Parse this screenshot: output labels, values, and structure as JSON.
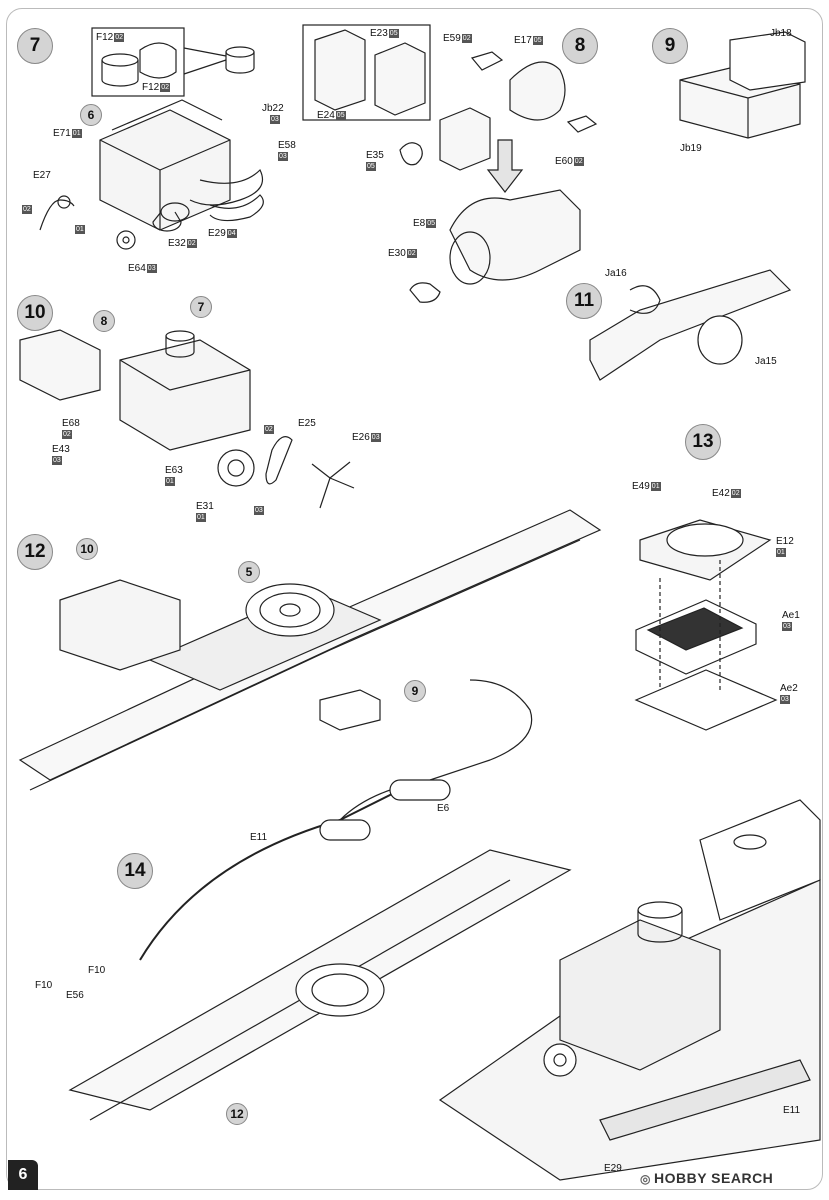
{
  "page": {
    "number": "6"
  },
  "watermark": {
    "text": "HOBBY SEARCH",
    "mark_icon": "hobby-search-logo-icon"
  },
  "steps": {
    "s7": "7",
    "s8": "8",
    "s9": "9",
    "s10": "10",
    "s11": "11",
    "s12": "12",
    "s13": "13",
    "s14": "14"
  },
  "refs": {
    "r6": "6",
    "r7": "7",
    "r8": "8",
    "r9": "9",
    "r10": "10",
    "r5": "5",
    "r12": "12"
  },
  "labels": {
    "F12a": {
      "name": "F12",
      "sprue": "02"
    },
    "F12b": {
      "name": "F12",
      "sprue": "02"
    },
    "E71": {
      "name": "E71",
      "sprue": "01"
    },
    "E27": {
      "name": "E27",
      "sprue": ""
    },
    "Jb22": {
      "name": "Jb22",
      "sprue": "03"
    },
    "E58": {
      "name": "E58",
      "sprue": "03"
    },
    "E32": {
      "name": "E32",
      "sprue": "02"
    },
    "E29a": {
      "name": "E29",
      "sprue": "04"
    },
    "E64": {
      "name": "E64",
      "sprue": "03"
    },
    "E23": {
      "name": "E23",
      "sprue": "05"
    },
    "E24": {
      "name": "E24",
      "sprue": "05"
    },
    "E35": {
      "name": "E35",
      "sprue": "05"
    },
    "E59": {
      "name": "E59",
      "sprue": "02"
    },
    "E17": {
      "name": "E17",
      "sprue": "05"
    },
    "E60": {
      "name": "E60",
      "sprue": "02"
    },
    "E8": {
      "name": "E8",
      "sprue": "05"
    },
    "E30": {
      "name": "E30",
      "sprue": "02"
    },
    "Jb18": {
      "name": "Jb18",
      "sprue": ""
    },
    "Jb19": {
      "name": "Jb19",
      "sprue": ""
    },
    "Ja16": {
      "name": "Ja16",
      "sprue": ""
    },
    "Ja15": {
      "name": "Ja15",
      "sprue": ""
    },
    "E68": {
      "name": "E68",
      "sprue": "02"
    },
    "E43": {
      "name": "E43",
      "sprue": "03"
    },
    "E63": {
      "name": "E63",
      "sprue": "01"
    },
    "E31": {
      "name": "E31",
      "sprue": "01"
    },
    "E25": {
      "name": "E25",
      "sprue": ""
    },
    "E26": {
      "name": "E26",
      "sprue": "03"
    },
    "E49": {
      "name": "E49",
      "sprue": "01"
    },
    "E42": {
      "name": "E42",
      "sprue": "02"
    },
    "E12": {
      "name": "E12",
      "sprue": "01"
    },
    "Ae1": {
      "name": "Ae1",
      "sprue": "03"
    },
    "Ae2": {
      "name": "Ae2",
      "sprue": "03"
    },
    "E6": {
      "name": "E6",
      "sprue": ""
    },
    "E11a": {
      "name": "E11",
      "sprue": ""
    },
    "E11b": {
      "name": "E11",
      "sprue": ""
    },
    "F10a": {
      "name": "F10",
      "sprue": ""
    },
    "F10b": {
      "name": "F10",
      "sprue": ""
    },
    "E56": {
      "name": "E56",
      "sprue": ""
    },
    "E29b": {
      "name": "E29",
      "sprue": ""
    }
  },
  "loose_sprue_tags": {
    "t_e27_02": "02",
    "t_e27_01": "01",
    "t_e25_02": "02",
    "t_e25_03": "03"
  }
}
